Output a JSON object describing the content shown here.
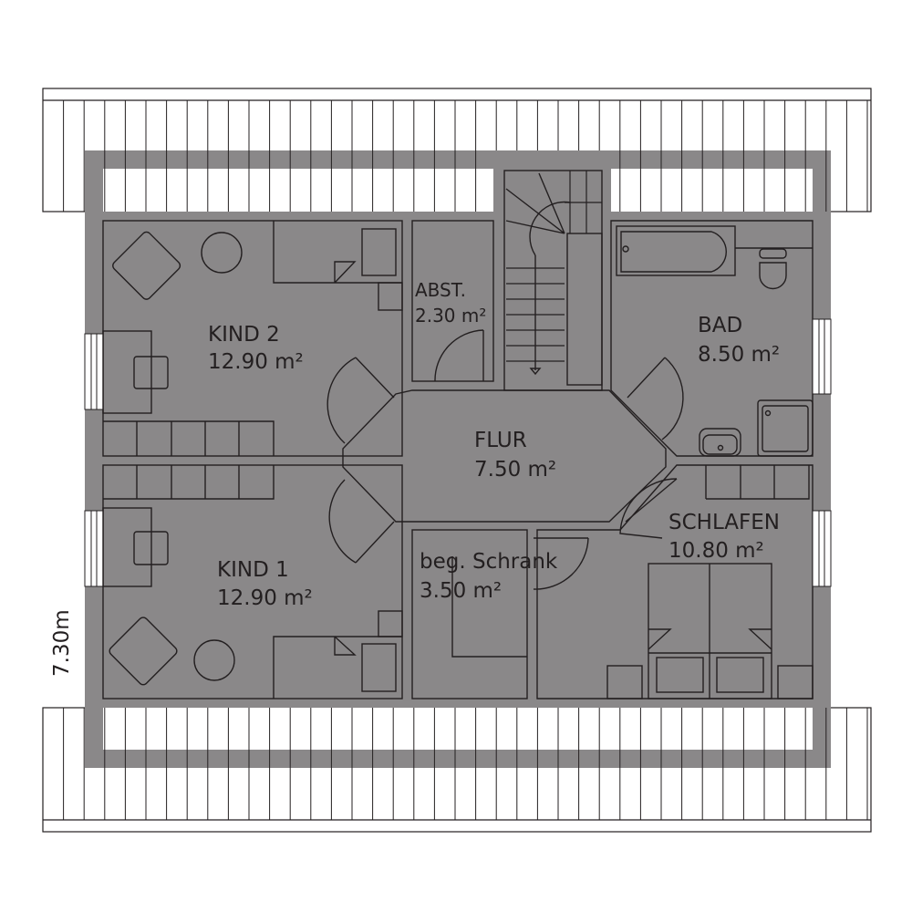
{
  "rooms": {
    "kind2": {
      "name": "KIND 2",
      "area": "12.90 m²"
    },
    "abst": {
      "name": "ABST.",
      "area": "2.30 m²"
    },
    "bad": {
      "name": "BAD",
      "area": "8.50 m²"
    },
    "flur": {
      "name": "FLUR",
      "area": "7.50 m²"
    },
    "kind1": {
      "name": "KIND 1",
      "area": "12.90 m²"
    },
    "schrank": {
      "name": "beg. Schrank",
      "area": "3.50 m²"
    },
    "schlafen": {
      "name": "SCHLAFEN",
      "area": "10.80 m²"
    }
  },
  "dimension": "7.30m",
  "colors": {
    "wall": "#8a8889",
    "dry_room": "#fefee8",
    "wet_room": "#e5f5fd",
    "line": "#231f20"
  }
}
